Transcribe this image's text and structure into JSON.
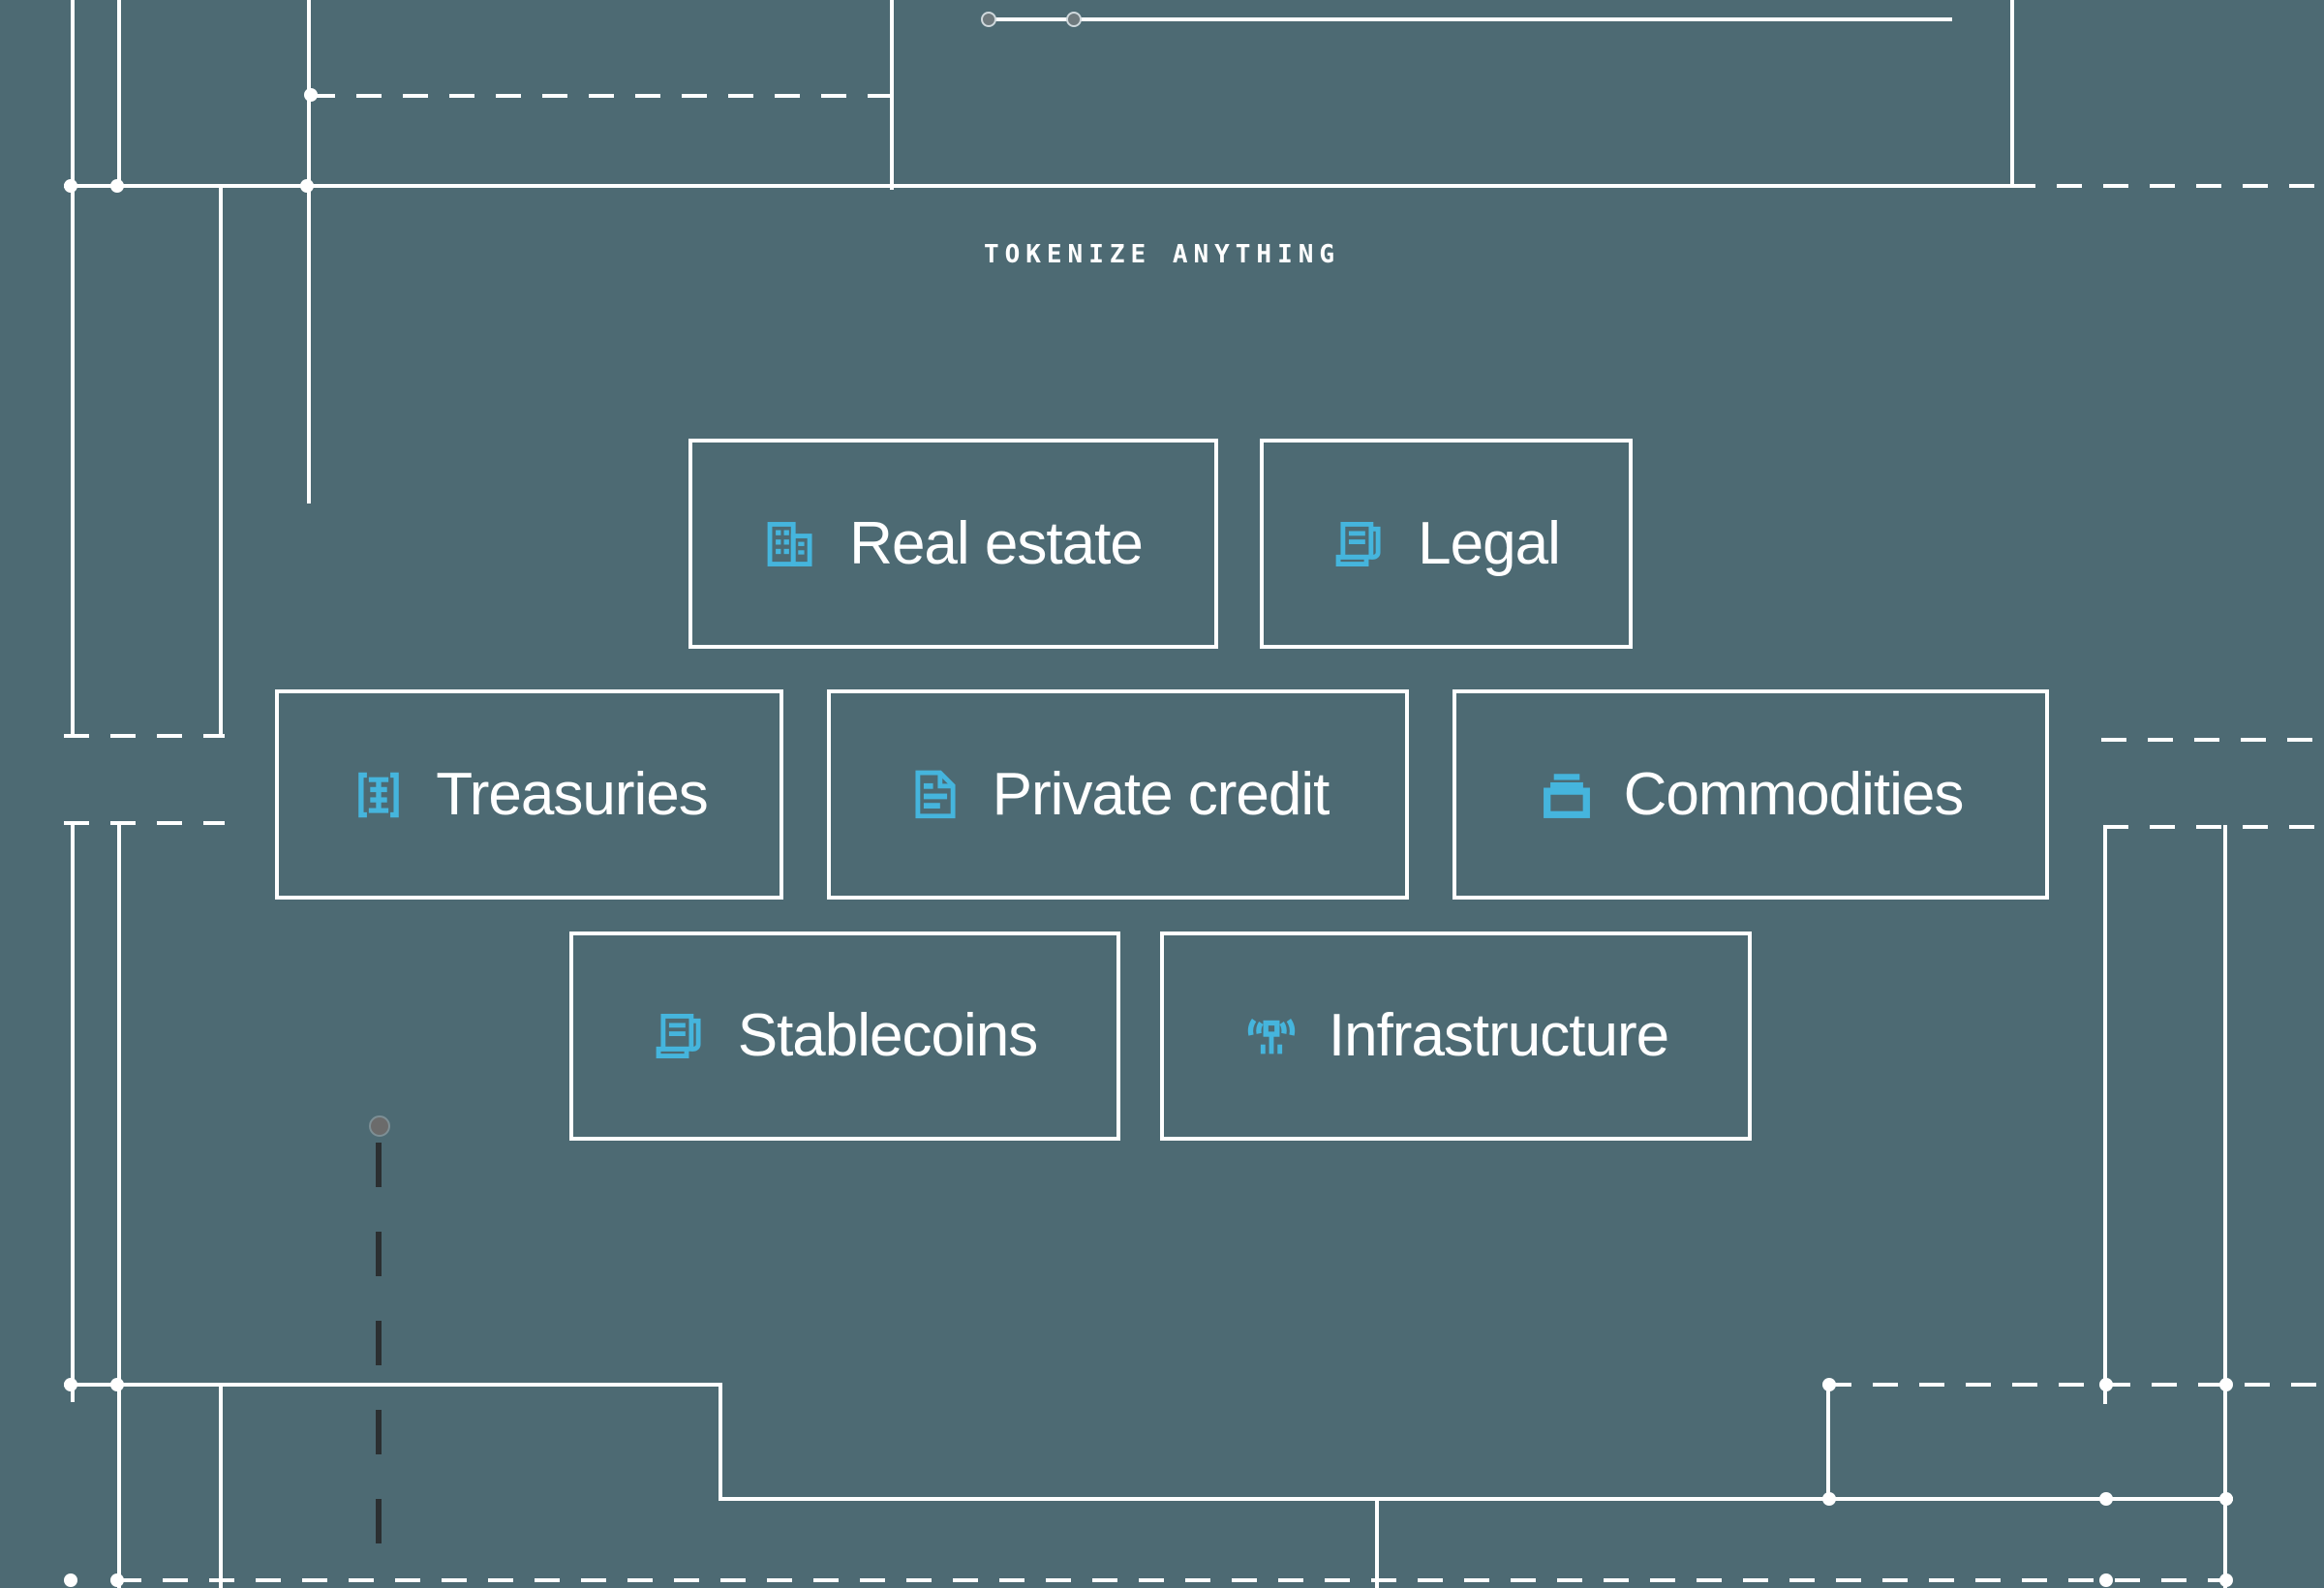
{
  "page": {
    "background_color": "#4d6a73",
    "line_color": "#ffffff",
    "accent_color": "#45b5dd",
    "heading": "TOKENIZE ANYTHING"
  },
  "categories": [
    {
      "label": "Real estate",
      "icon": "building-icon",
      "row": 1
    },
    {
      "label": "Legal",
      "icon": "scroll-icon",
      "row": 1
    },
    {
      "label": "Treasuries",
      "icon": "dollar-bracket-icon",
      "row": 2
    },
    {
      "label": "Private credit",
      "icon": "document-icon",
      "row": 2
    },
    {
      "label": "Commodities",
      "icon": "stacked-box-icon",
      "row": 2
    },
    {
      "label": "Stablecoins",
      "icon": "scroll-icon",
      "row": 3
    },
    {
      "label": "Infrastructure",
      "icon": "antenna-icon",
      "row": 3
    }
  ],
  "decor": {
    "slider": {
      "track_label": "top-rail",
      "handles": 2
    },
    "node_count": 16
  }
}
